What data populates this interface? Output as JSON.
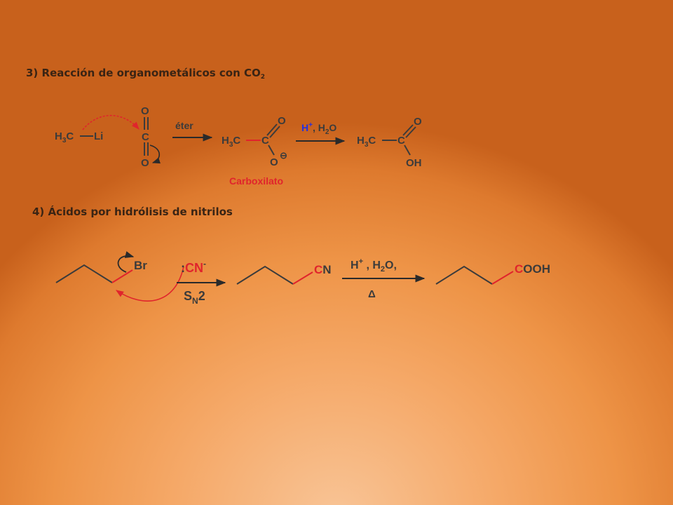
{
  "section3": {
    "title_main": "3) Reacción de organometálicos con CO",
    "title_sub": "2",
    "reactant": {
      "h": "H",
      "h_sub": "3",
      "c": "C",
      "li": "Li"
    },
    "co2": {
      "o_top": "O",
      "c": "C",
      "o_bottom": "O"
    },
    "arrow1_label": "éter",
    "carboxylate": {
      "h": "H",
      "h_sub": "3",
      "c1": "C",
      "c2": "C",
      "o_double": "O",
      "o_minus": "O",
      "minus": "⊖"
    },
    "carboxylate_label": "Carboxilato",
    "arrow2_label": {
      "h": "H",
      "h_sup": "+",
      "sep": ", H",
      "h2o_sub": "2",
      "o": "O"
    },
    "acid": {
      "h": "H",
      "h_sub": "3",
      "c1": "C",
      "c2": "C",
      "o_double": "O",
      "oh": "OH"
    }
  },
  "section4": {
    "title": "4) Ácidos por hidrólisis de nitrilos",
    "leaving_group": "Br",
    "reagent_top": {
      "dots": ":",
      "cn": "CN",
      "sup": "-"
    },
    "reagent_bottom": {
      "s": "S",
      "s_sub": "N",
      "two": "2"
    },
    "nitrile": {
      "c": "C",
      "n": "N"
    },
    "arrow2_top": {
      "h": "H",
      "h_sup": "+",
      "sep": " , H",
      "sub": "2",
      "o": "O",
      "trail": ","
    },
    "arrow2_bottom": "Δ",
    "acid": {
      "c": "C",
      "rest": "OOH"
    }
  }
}
